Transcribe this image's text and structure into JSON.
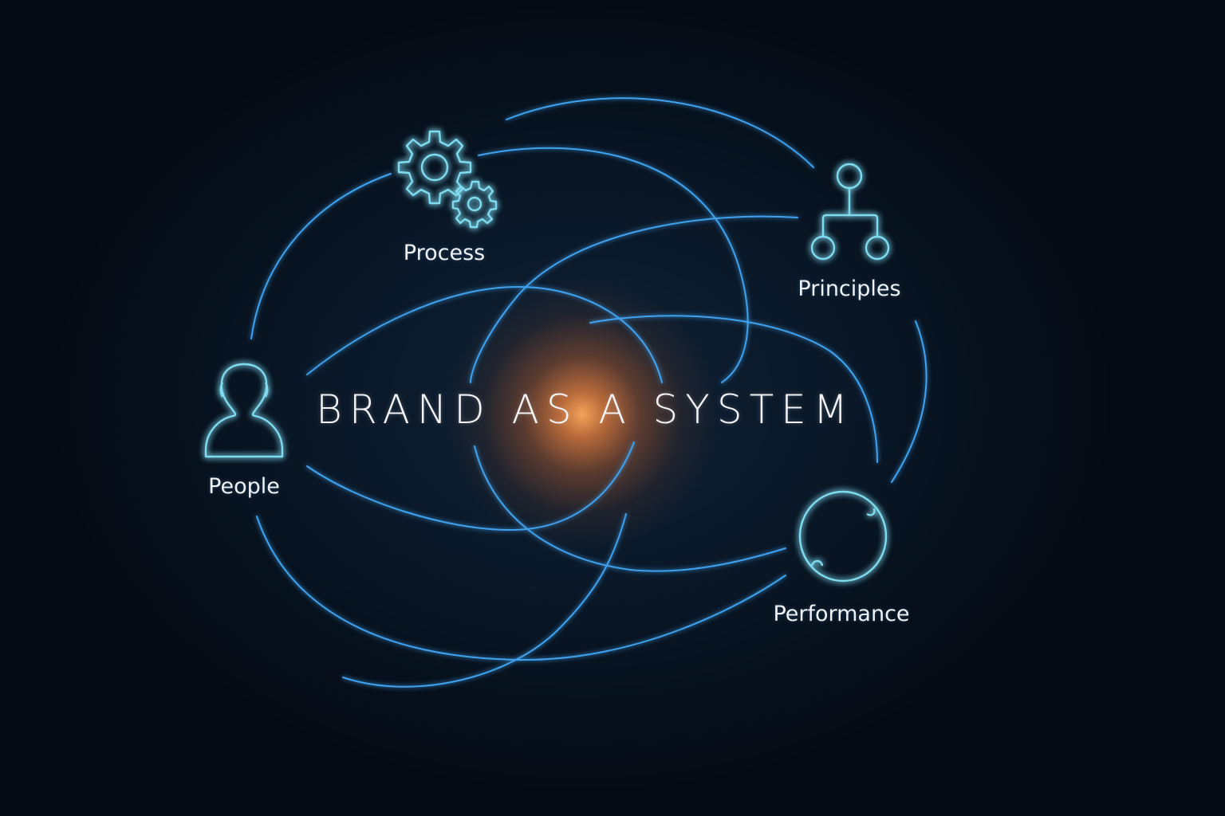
{
  "diagram": {
    "title": "BRAND AS A SYSTEM",
    "colors": {
      "background": "#050b14",
      "line": "#3fa2ee",
      "icon": "#7fdcf0",
      "core_glow": "#f0823c",
      "text": "#eef2f6"
    },
    "nodes": [
      {
        "id": "process",
        "label": "Process",
        "icon": "gears-icon"
      },
      {
        "id": "principles",
        "label": "Principles",
        "icon": "hierarchy-icon"
      },
      {
        "id": "people",
        "label": "People",
        "icon": "person-icon"
      },
      {
        "id": "performance",
        "label": "Performance",
        "icon": "circle-gauge-icon"
      }
    ]
  }
}
